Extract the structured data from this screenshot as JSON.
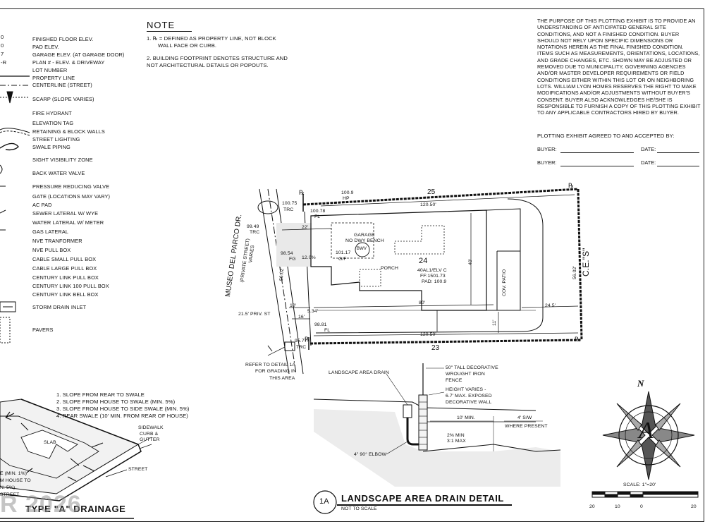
{
  "legend": {
    "codes": [
      "0",
      "0",
      "7",
      "-R"
    ],
    "items": [
      "FINISHED FLOOR ELEV.",
      "PAD ELEV.",
      "GARAGE ELEV. (AT GARAGE DOOR)",
      "PLAN # - ELEV. & DRIVEWAY",
      "LOT NUMBER",
      "PROPERTY LINE",
      "CENTERLINE (STREET)",
      "SCARP (SLOPE VARIES)",
      "FIRE HYDRANT",
      "ELEVATION TAG",
      "RETAINING & BLOCK WALLS",
      "STREET LIGHTING",
      "SWALE PIPING",
      "SIGHT VISIBILITY ZONE",
      "BACK WATER VALVE",
      "PRESSURE REDUCING VALVE",
      "GATE (LOCATIONS MAY VARY)",
      "AC PAD",
      "SEWER LATERAL W/ WYE",
      "WATER LATERAL W/ METER",
      "GAS LATERAL",
      "NVE TRANFORMER",
      "NVE PULL BOX",
      "CABLE SMALL PULL BOX",
      "CABLE LARGE PULL BOX",
      "CENTURY LINK PULL BOX",
      "CENTURY LINK 100 PULL BOX",
      "CENTURY LINK BELL BOX",
      "STORM DRAIN INLET",
      "PAVERS"
    ]
  },
  "note": {
    "title": "NOTE",
    "line1a": "1.  ℞  = DEFINED AS PROPERTY LINE, NOT BLOCK",
    "line1b": "WALL FACE OR CURB.",
    "line2a": "2. BUILDING FOOTPRINT DENOTES STRUCTURE AND",
    "line2b": "NOT ARCHITECTURAL DETAILS OR POPOUTS."
  },
  "disclaimer": "THE PURPOSE OF THIS PLOTTING EXHIBIT IS TO PROVIDE AN UNDERSTANDING OF ANTICIPATED GENERAL SITE CONDITIONS, AND NOT A FINISHED CONDITION. BUYER SHOULD NOT RELY UPON SPECIFIC DIMENSIONS OR NOTATIONS HEREIN AS THE FINAL FINISHED CONDITION. ITEMS SUCH AS MEASUREMENTS, ORIENTATIONS, LOCATIONS, AND GRADE CHANGES, ETC. SHOWN MAY BE ADJUSTED OR REMOVED DUE TO MUNICIPALITY, GOVERNING AGENCIES AND/OR MASTER DEVELOPER REQUIREMENTS OR FIELD CONDITIONS EITHER WITHIN THIS LOT OR ON NEIGHBORING LOTS. WILLIAM LYON HOMES RESERVES THE RIGHT TO MAKE MODIFICATIONS AND/OR ADJUSTMENTS WITHOUT BUYER'S CONSENT. BUYER ALSO ACKNOWLEDGES HE/SHE IS RESPONSIBLE TO FURNISH A COPY OF THIS PLOTTING EXHIBIT TO ANY APPLICABLE CONTRACTORS HIRED BY BUYER.",
  "signature": {
    "heading": "PLOTTING EXHIBIT AGREED TO AND ACCEPTED BY:",
    "buyer": "BUYER:",
    "date": "DATE:"
  },
  "site_plan": {
    "street_name": "MUSEO DEL PARCO DR.",
    "street_sub": "(PRIVATE STREET)",
    "street_varies": "VARIES",
    "priv_st": "21.5' PRIV. ST",
    "ces": "C.E.\"S\"",
    "lot_north": "25",
    "lot_south": "23",
    "lot_number": "24",
    "plan": "40AL1/ELV C",
    "ff": "FF:1501.73",
    "pad": "PAD: 100.9",
    "garage": "GARAGE",
    "no_dwy_bench": "NO DWY BENCH",
    "bwv": "BWV",
    "porch": "PORCH",
    "cov_patio": "COV. PATIO",
    "dim_120_top": "120.50'",
    "dim_120_bot": "120.50'",
    "dim_80": "80'",
    "dim_22": "22'",
    "dim_10": "10'",
    "dim_16": "16'",
    "dim_11": "11'",
    "dim_24_5": "24.5'",
    "dim_40": "40'",
    "dim_5_34": "5.34'",
    "dim_56_02a": "56.02'",
    "dim_56_02b": "56.02'",
    "grade": "12.0%",
    "elev_100_9": "100.9",
    "hp": "HP",
    "elev_100_75": "100.75",
    "elev_100_78": "100.78",
    "fl": "FL",
    "trc": "TRC",
    "elev_99_49": "99.49",
    "elev_98_54": "98.54",
    "fg": "FG",
    "elev_101_17": "101.17",
    "gf": "G/F",
    "elev_98_81": "98.81",
    "elev_95_77": "95.77",
    "refer_1": "REFER TO DETAIL 1A",
    "refer_2": "FOR GRADING IN",
    "refer_3": "THIS AREA",
    "pl_mark": "℞"
  },
  "drain_detail": {
    "tag": "1A",
    "title": "LANDSCAPE AREA DRAIN DETAIL",
    "subtitle": "NOT TO SCALE",
    "landscape_drain": "LANDSCAPE AREA DRAIN",
    "fence1": "50\" TALL DECORATIVE",
    "fence2": "WROUGHT IRON",
    "fence3": "FENCE",
    "wall1": "HEIGHT VARIES -",
    "wall2": "6.7' MAX. EXPOSED",
    "wall3": "DECORATIVE WALL",
    "ten_min": "10' MIN.",
    "sw": "4' S/W",
    "where_present": "WHERE PRESENT",
    "slope1": "2% MIN",
    "slope2": "3:1 MAX",
    "elbow": "4\" 90° ELBOW"
  },
  "drainage": {
    "title": "TYPE \"A\" DRAINAGE",
    "list": [
      "1. SLOPE FROM REAR TO SWALE",
      "2. SLOPE FROM HOUSE TO SWALE (MIN. 5%)",
      "3. SLOPE FROM HOUSE TO SIDE SWALE (MIN. 5%)",
      "4. REAR SWALE (10' MIN. FROM REAR OF HOUSE)"
    ],
    "slab": "SLAB",
    "sidewalk": "SIDEWALK",
    "curb": "CURB &",
    "gutter": "GUTTER",
    "street": "STREET",
    "left1": "E (MIN. 1%)",
    "left2": "M HOUSE TO",
    "left3": "N. 5%)",
    "left4": "STREET"
  },
  "compass": {
    "north": "N",
    "letter": "A",
    "scale_label": "SCALE: 1\"=20'",
    "ticks": [
      "20",
      "10",
      "0",
      "20"
    ]
  },
  "watermark": "R 2026"
}
